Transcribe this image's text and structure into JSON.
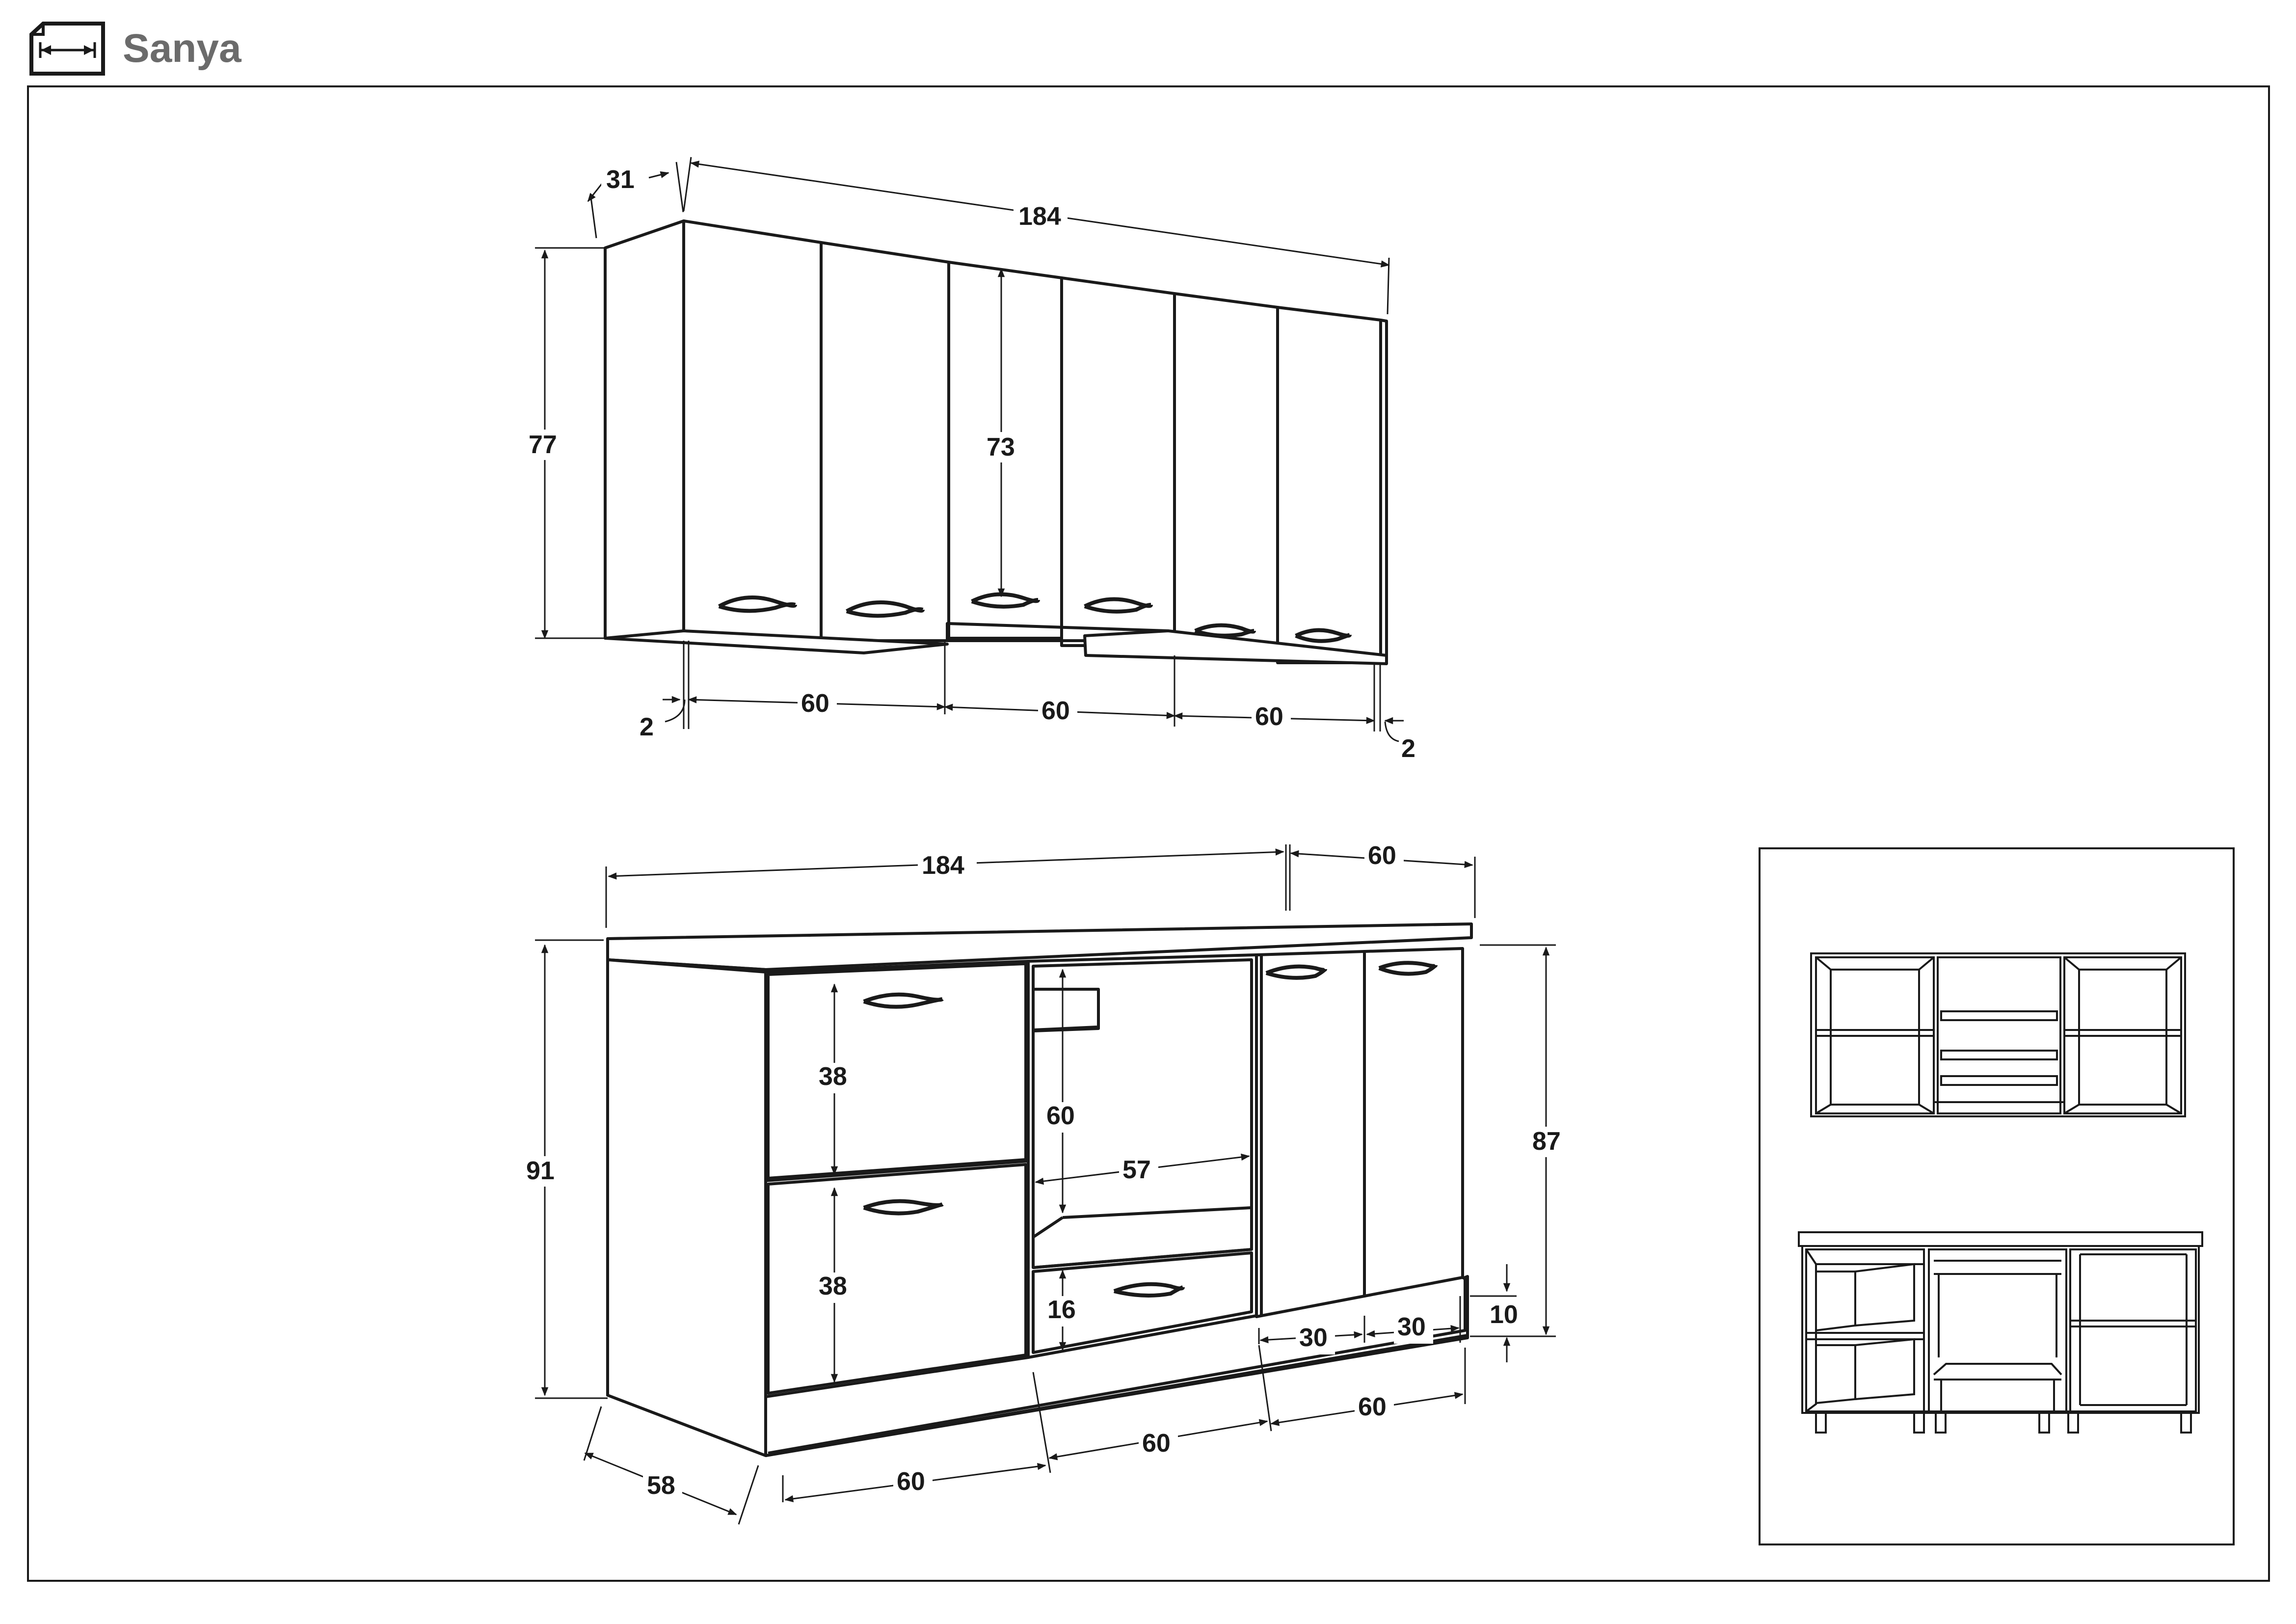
{
  "header": {
    "title": "Sanya",
    "icon": "dimension-icon"
  },
  "upper_unit": {
    "depth": "31",
    "width": "184",
    "height": "77",
    "door_height": "73",
    "side_left": "2",
    "side_right": "2",
    "module_1": "60",
    "module_2": "60",
    "module_3": "60"
  },
  "lower_unit": {
    "width": "184",
    "counter_extension": "60",
    "height_total": "91",
    "height_body": "87",
    "depth": "58",
    "drawer_top": "38",
    "drawer_bottom": "38",
    "oven_height": "60",
    "oven_width": "57",
    "oven_drawer": "16",
    "door_left": "30",
    "door_right": "30",
    "plinth": "10",
    "module_1": "60",
    "module_2": "60",
    "module_3": "60"
  },
  "colors": {
    "line": "#1a1a1a",
    "title": "#6b6b6b"
  }
}
